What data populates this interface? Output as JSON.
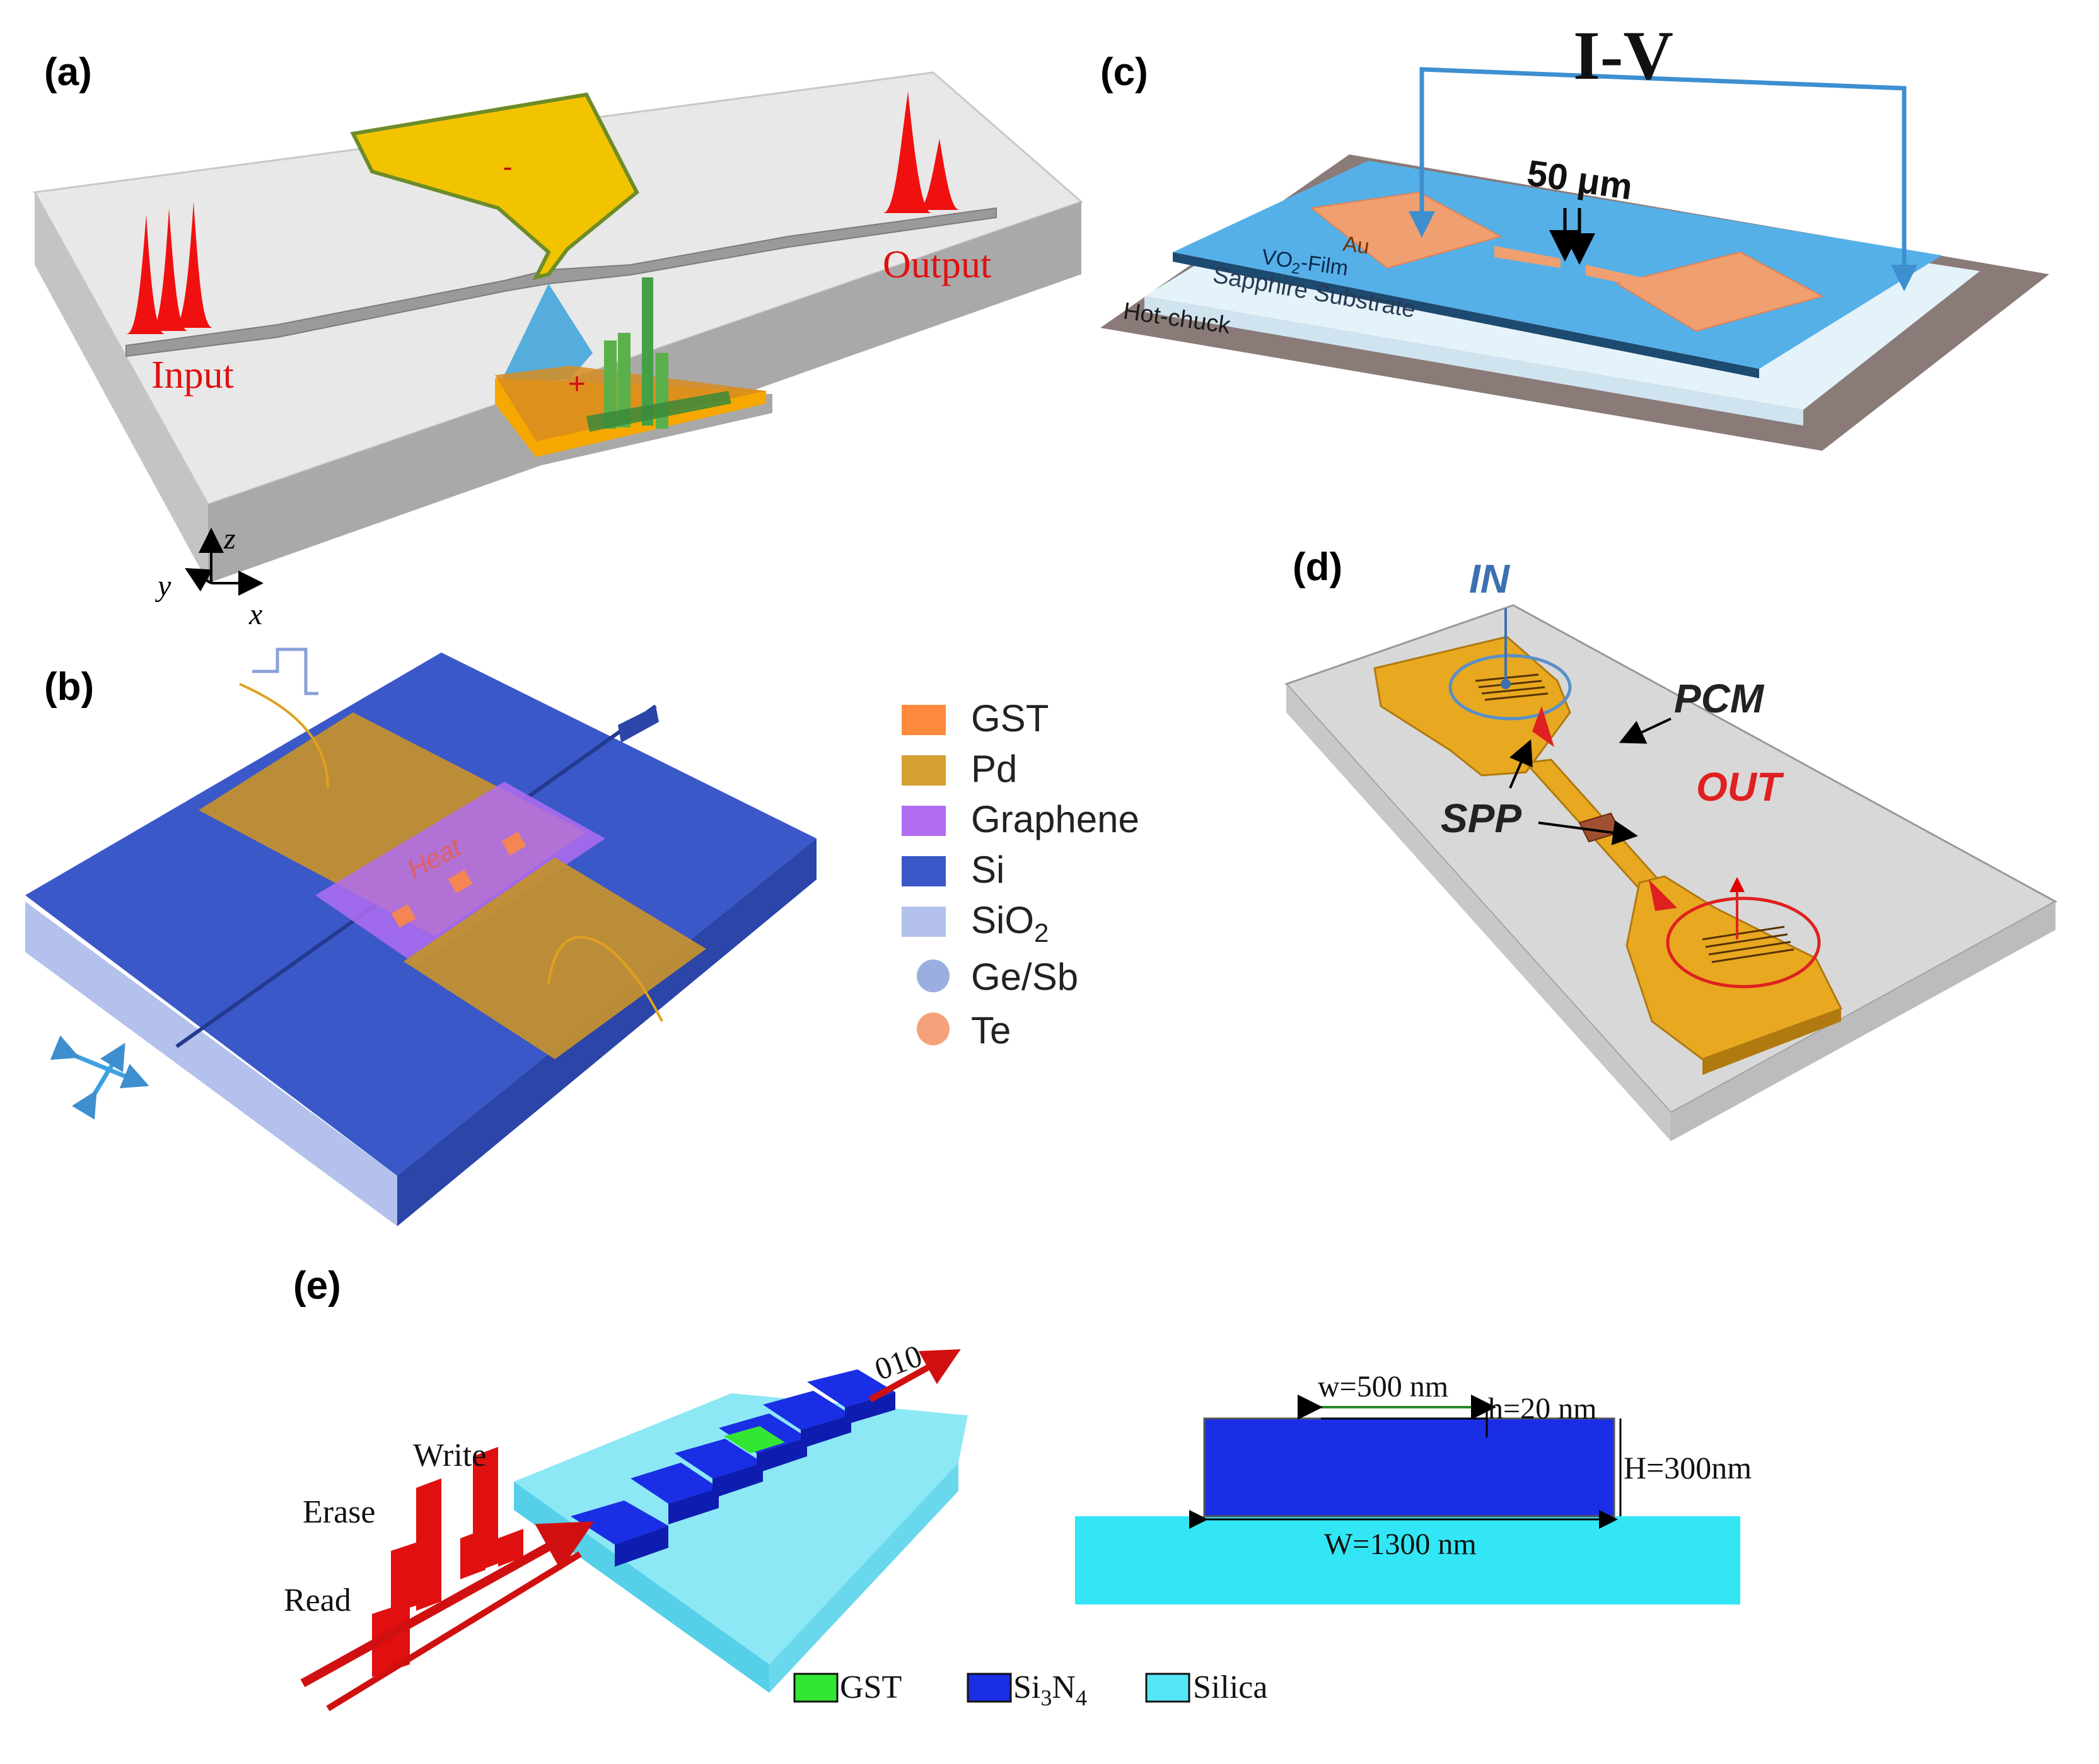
{
  "panels": {
    "a": {
      "label": "(a)",
      "input_label": "Input",
      "output_label": "Output",
      "minus_sign": "-",
      "plus_sign": "+",
      "axes": {
        "z": "z",
        "y": "y",
        "x": "x"
      }
    },
    "b": {
      "label": "(b)",
      "heat_label": "Heat",
      "legend": [
        {
          "label": "GST",
          "color": "#ff8a3d",
          "shape": "square"
        },
        {
          "label": "Pd",
          "color": "#d4a030",
          "shape": "square"
        },
        {
          "label": "Graphene",
          "color": "#b06cf0",
          "shape": "square"
        },
        {
          "label": "Si",
          "color": "#3a58c8",
          "shape": "square"
        },
        {
          "label": "SiO",
          "sub": "2",
          "color": "#b3c1ec",
          "shape": "square"
        },
        {
          "label": "Ge/Sb",
          "color": "#9aaee0",
          "shape": "circle"
        },
        {
          "label": "Te",
          "color": "#f5a27a",
          "shape": "circle"
        }
      ]
    },
    "c": {
      "label": "(c)",
      "iv_label": "I-V",
      "scale_label": "50 μm",
      "au_label": "Au",
      "vo2_label": "VO",
      "vo2_sub": "2",
      "vo2_suffix": "-Film",
      "sapphire_label": "Sapphire Substrate",
      "hotchuck_label": "Hot-chuck"
    },
    "d": {
      "label": "(d)",
      "in_label": "IN",
      "out_label": "OUT",
      "pcm_label": "PCM",
      "spp_label": "SPP"
    },
    "e": {
      "label": "(e)",
      "write_label": "Write",
      "erase_label": "Erase",
      "read_label": "Read",
      "bits_label": "010",
      "w_small": "w=500 nm",
      "h_small": "h=20 nm",
      "h_big": "H=300nm",
      "w_big": "W=1300 nm",
      "legend": [
        {
          "label": "GST",
          "color": "#33e633"
        },
        {
          "label": "Si",
          "sub1": "3",
          "mid": "N",
          "sub2": "4",
          "color": "#1a2ee6"
        },
        {
          "label": "Silica",
          "color": "#55e6f5"
        }
      ]
    }
  }
}
